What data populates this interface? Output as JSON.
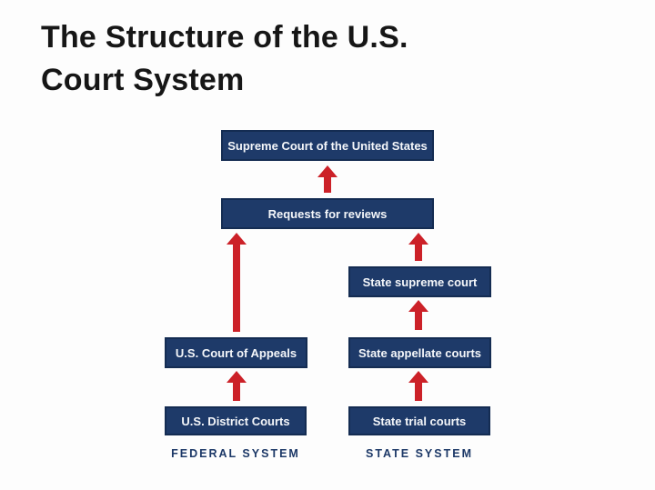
{
  "title": {
    "line1": "The Structure of the U.S.",
    "line2": "Court System"
  },
  "nodes": {
    "supreme_court": "Supreme Court of the United States",
    "requests_for_reviews": "Requests for reviews",
    "state_supreme_court": "State supreme court",
    "us_court_of_appeals": "U.S. Court of Appeals",
    "state_appellate_courts": "State appellate courts",
    "us_district_courts": "U.S. District Courts",
    "state_trial_courts": "State trial courts"
  },
  "footers": {
    "federal": "FEDERAL SYSTEM",
    "state": "STATE SYSTEM"
  },
  "arrows": [
    {
      "from": "requests_for_reviews",
      "to": "supreme_court"
    },
    {
      "from": "us_court_of_appeals",
      "to": "requests_for_reviews"
    },
    {
      "from": "state_supreme_court",
      "to": "requests_for_reviews"
    },
    {
      "from": "state_appellate_courts",
      "to": "state_supreme_court"
    },
    {
      "from": "us_district_courts",
      "to": "us_court_of_appeals"
    },
    {
      "from": "state_trial_courts",
      "to": "state_appellate_courts"
    }
  ],
  "colors": {
    "bg": "#fdfdfd",
    "title_text": "#161616",
    "box_fill": "#1e3a69",
    "box_border": "#142c52",
    "box_text": "#f5f7fa",
    "arrow": "#cc2128",
    "label_text": "#1c3867"
  }
}
